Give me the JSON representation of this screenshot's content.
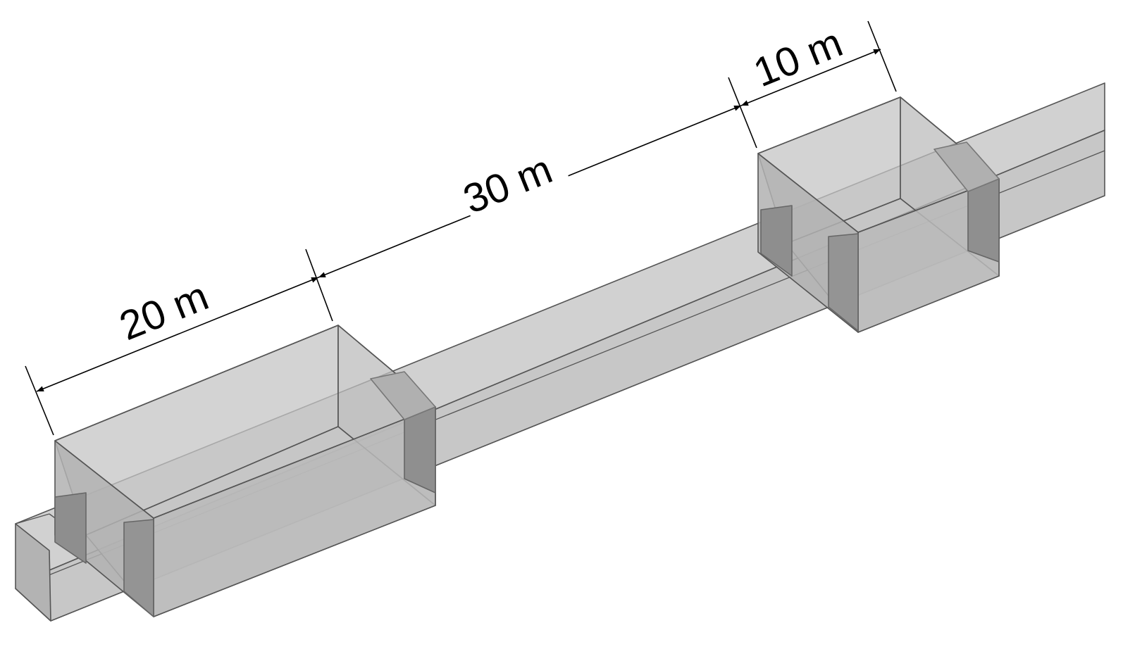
{
  "dimensions": {
    "large_chamber_length": "20 m",
    "gap_length": "30 m",
    "small_chamber_length": "10 m"
  },
  "colors": {
    "face_light": "#c7c7c7",
    "face_mid": "#b9b9b9",
    "face_dark": "#8f8f8f",
    "edge": "#555555",
    "dimension_line": "#000000",
    "background": "#ffffff"
  }
}
